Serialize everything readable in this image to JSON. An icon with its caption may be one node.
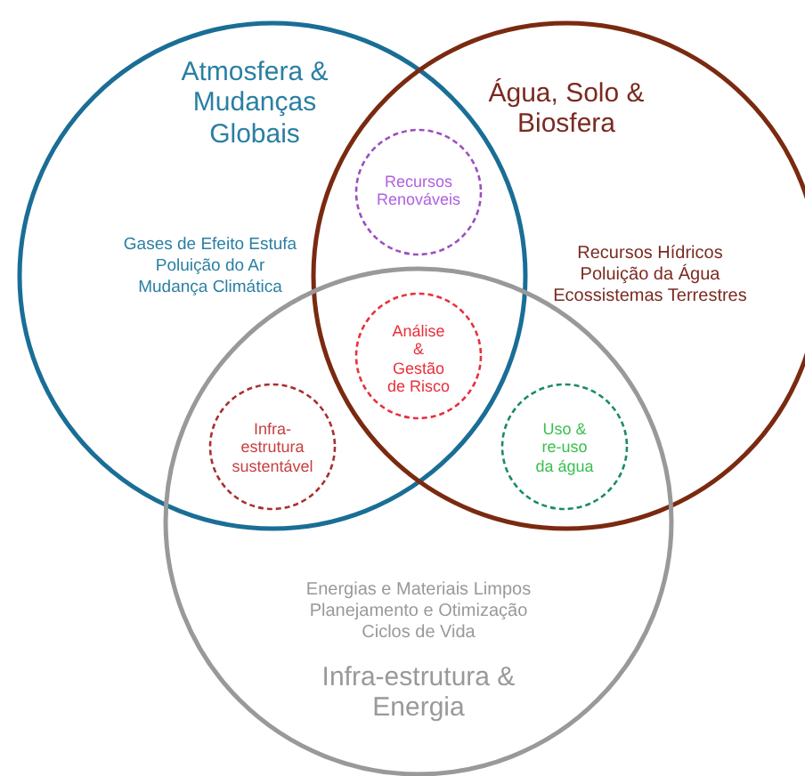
{
  "diagram": {
    "nodes": [
      {
        "text": [
          "Atmosfera & Mudanças Globais",
          "Gases de Efeito Estufa",
          "Poluição do Ar",
          "Mudança Climática"
        ]
      },
      {
        "text": [
          "Água, Solo & Biosfera",
          "Recursos Hídricos",
          "Poluição da Água",
          "Ecossistemas Terrestres"
        ]
      },
      {
        "text": [
          "Energias e Materiais Limpos",
          "Planejamento e Otimização",
          "Ciclos de Vida",
          "Infra-estrutura & Energia"
        ]
      },
      {
        "text": [
          "Recursos Renováveis"
        ]
      },
      {
        "text": [
          "Análise & Gestão de Risco"
        ]
      },
      {
        "text": [
          "Infra-estrutura sustentável"
        ]
      },
      {
        "text": [
          "Uso & re-uso da água"
        ]
      }
    ]
  }
}
